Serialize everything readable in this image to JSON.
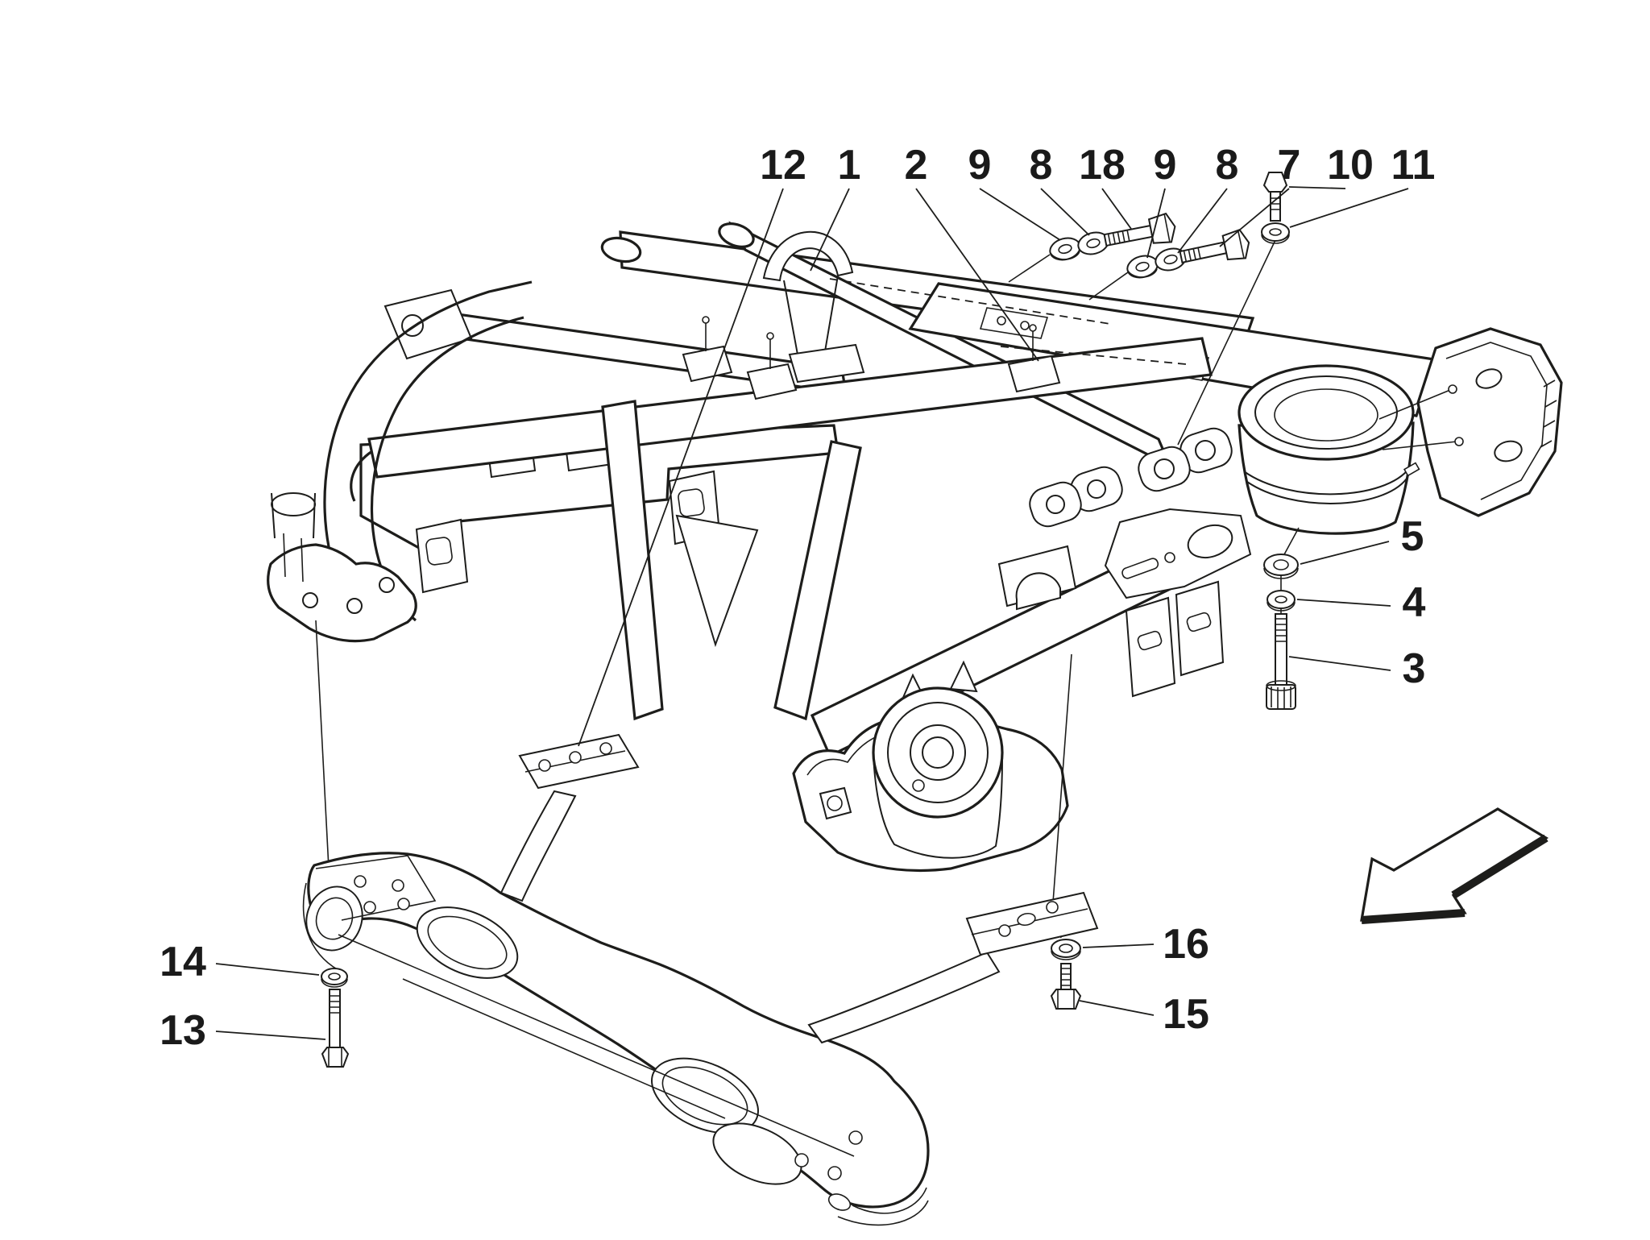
{
  "diagram": {
    "kind": "exploded-parts-line-drawing",
    "subject": "rear subframe chassis with front crossmember and mounting hardware",
    "background_color": "#ffffff",
    "line_color": "#1d1d1b"
  },
  "callouts": [
    {
      "label": "12",
      "part": "left-support-strap"
    },
    {
      "label": "1",
      "part": "rear-subframe"
    },
    {
      "label": "2",
      "part": "mounting-foot-stud"
    },
    {
      "label": "9",
      "part": "flat-washer"
    },
    {
      "label": "8",
      "part": "spring-washer"
    },
    {
      "label": "18",
      "part": "hex-bolt"
    },
    {
      "label": "9",
      "part": "flat-washer"
    },
    {
      "label": "8",
      "part": "spring-washer"
    },
    {
      "label": "7",
      "part": "hex-bolt"
    },
    {
      "label": "10",
      "part": "hex-bolt"
    },
    {
      "label": "11",
      "part": "flat-washer"
    },
    {
      "label": "5",
      "part": "flat-washer"
    },
    {
      "label": "4",
      "part": "spring-washer"
    },
    {
      "label": "3",
      "part": "socket-head-bolt"
    },
    {
      "label": "16",
      "part": "flat-washer"
    },
    {
      "label": "15",
      "part": "hex-bolt"
    },
    {
      "label": "14",
      "part": "flat-washer"
    },
    {
      "label": "13",
      "part": "hex-bolt"
    }
  ],
  "direction_arrow": {
    "style": "block-3d-outline",
    "points": "down-left"
  }
}
